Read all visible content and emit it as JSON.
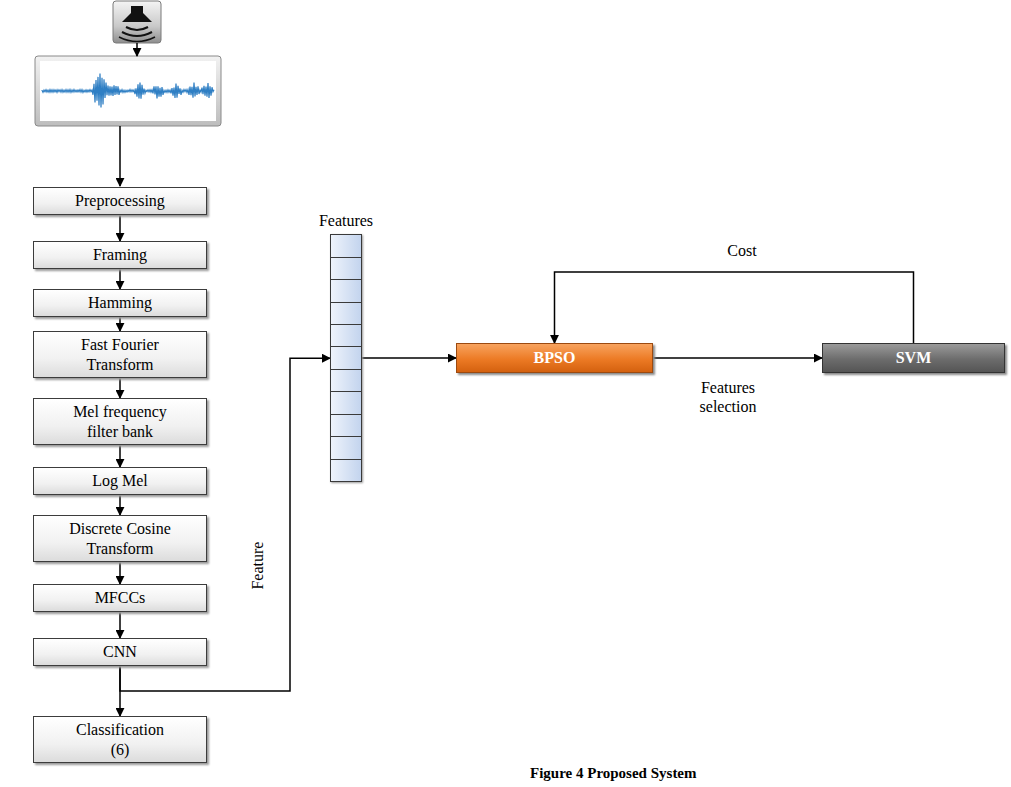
{
  "diagram": {
    "caption": "Figure 4 Proposed System",
    "nodes": [
      {
        "text": [
          "Preprocessing"
        ]
      },
      {
        "text": [
          "Framing"
        ]
      },
      {
        "text": [
          "Hamming"
        ]
      },
      {
        "text": [
          "Fast Fourier Transform"
        ]
      },
      {
        "text": [
          "Mel frequency filter bank"
        ]
      },
      {
        "text": [
          "Log Mel"
        ]
      },
      {
        "text": [
          "Discrete Cosine Transform"
        ]
      },
      {
        "text": [
          "MFCCs"
        ]
      },
      {
        "text": [
          "CNN"
        ]
      },
      {
        "text": [
          "Classification (6)"
        ]
      },
      {
        "text": [
          "Features"
        ]
      },
      {
        "text": [
          "BPSO"
        ]
      },
      {
        "text": [
          "SVM"
        ]
      }
    ],
    "edges": [
      {
        "from": 0,
        "to": 1,
        "arrow": "to"
      },
      {
        "from": 1,
        "to": 2,
        "arrow": "to"
      },
      {
        "from": 2,
        "to": 3,
        "arrow": "to"
      },
      {
        "from": 3,
        "to": 4,
        "arrow": "to"
      },
      {
        "from": 4,
        "to": 5,
        "arrow": "to"
      },
      {
        "from": 5,
        "to": 6,
        "arrow": "to"
      },
      {
        "from": 6,
        "to": 7,
        "arrow": "to"
      },
      {
        "from": 7,
        "to": 8,
        "arrow": "to"
      },
      {
        "from": 8,
        "to": 9,
        "arrow": "to"
      },
      {
        "from": 8,
        "to": 10,
        "label": "Feature",
        "arrow": "to"
      },
      {
        "from": 10,
        "to": 11,
        "arrow": "to"
      },
      {
        "from": 11,
        "to": 12,
        "label": "Features selection",
        "arrow": "to"
      },
      {
        "from": 12,
        "to": 11,
        "label": "Cost",
        "arrow": "to"
      }
    ]
  }
}
